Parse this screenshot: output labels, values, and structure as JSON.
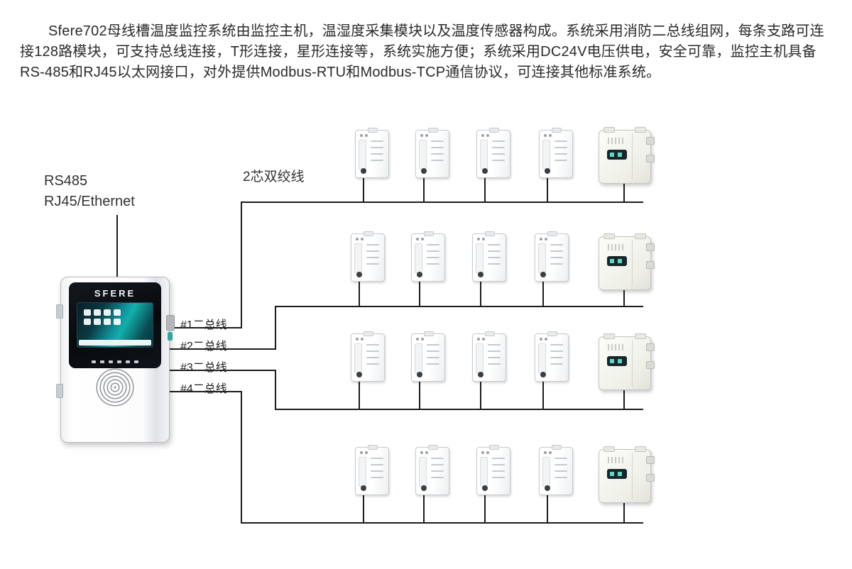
{
  "intro": {
    "text": "Sfere702母线槽温度监控系统由监控主机，温湿度采集模块以及温度传感器构成。系统采用消防二总线组网，每条支路可连接128路模块，可支持总线连接，T形连接，星形连接等，系统实施方便；系统采用DC24V电压供电，安全可靠，监控主机具备RS-485和RJ45以太网接口，对外提供Modbus-RTU和Modbus-TCP通信协议，可连接其他标准系统。"
  },
  "diagram": {
    "host": {
      "brand": "SFERE",
      "interfaces": [
        "RS485",
        "RJ45/Ethernet"
      ]
    },
    "wire_label": "2芯双绞线",
    "bus_labels": [
      "#1二总线",
      "#2二总线",
      "#3二总线",
      "#4二总线"
    ],
    "rows": [
      {
        "modules": 4,
        "sensors": 1
      },
      {
        "modules": 4,
        "sensors": 1
      },
      {
        "modules": 4,
        "sensors": 1
      },
      {
        "modules": 4,
        "sensors": 1
      }
    ],
    "colors": {
      "wire": "#1c1c1c",
      "screen_teal": "#12b0ab"
    }
  }
}
